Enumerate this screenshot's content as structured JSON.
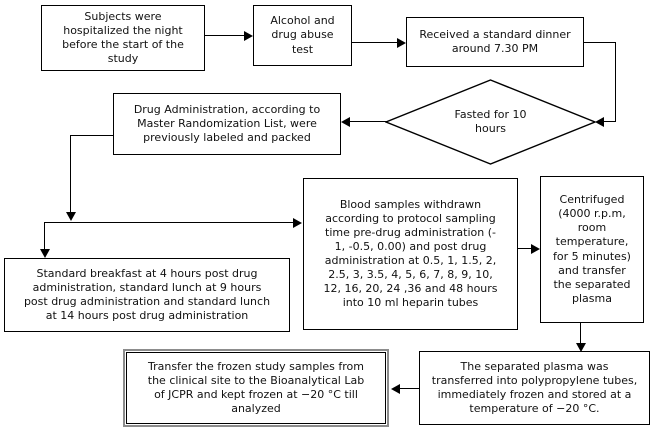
{
  "diagram": {
    "title": "Clinical study blood sampling procedure flowchart",
    "type": "flowchart",
    "background": "#ffffff",
    "line_color": "#000000",
    "text_color": "#111111",
    "shadow_border_color": "#8c8c8c"
  },
  "nodes": [
    {
      "id": "hospitalized",
      "shape": "rect",
      "text": "Subjects were\nhospitalized the night\nbefore the start of the\nstudy"
    },
    {
      "id": "alcohol_test",
      "shape": "rect",
      "text": "Alcohol and\ndrug abuse\ntest"
    },
    {
      "id": "dinner",
      "shape": "rect",
      "text": "Received a standard dinner\naround 7.30 PM"
    },
    {
      "id": "fasted",
      "shape": "diamond",
      "text": "Fasted for 10\nhours"
    },
    {
      "id": "drug_admin",
      "shape": "rect",
      "text": "Drug Administration, according to\nMaster Randomization List, were\npreviously labeled and packed"
    },
    {
      "id": "blood_samples",
      "shape": "rect",
      "text": "Blood samples withdrawn\naccording to protocol sampling\ntime pre-drug administration (-\n1, -0.5, 0.00) and post drug\nadministration at 0.5, 1, 1.5, 2,\n2.5, 3, 3.5, 4, 5, 6, 7, 8, 9, 10,\n12, 16, 20, 24 ,36 and 48 hours\ninto 10 ml heparin tubes"
    },
    {
      "id": "centrifuged",
      "shape": "rect",
      "text": "Centrifuged\n(4000 r.p.m,\nroom\ntemperature,\nfor 5 minutes)\nand transfer\nthe separated\nplasma"
    },
    {
      "id": "meals",
      "shape": "rect",
      "text": "Standard breakfast at 4 hours post drug\nadministration, standard lunch at 9 hours\npost drug administration and standard lunch\nat 14 hours post drug administration"
    },
    {
      "id": "plasma_transfer",
      "shape": "rect",
      "text": "The separated plasma was\ntransferred into polypropylene tubes,\nimmediately frozen and stored at a\ntemperature of −20 °C."
    },
    {
      "id": "ship_frozen",
      "shape": "rect-shadowed",
      "text": "Transfer the frozen study samples from\nthe clinical site to the Bioanalytical Lab\nof JCPR and kept frozen at −20 °C till\nanalyzed"
    }
  ],
  "edges": [
    {
      "id": "e1",
      "from": "hospitalized",
      "to": "alcohol_test",
      "direction": "right"
    },
    {
      "id": "e2",
      "from": "alcohol_test",
      "to": "dinner",
      "direction": "right"
    },
    {
      "id": "e3",
      "from": "dinner",
      "to": "fasted",
      "direction": "left"
    },
    {
      "id": "e4",
      "from": "fasted",
      "to": "drug_admin",
      "direction": "left"
    },
    {
      "id": "e5",
      "from": "drug_admin",
      "to": "junction",
      "direction": "down"
    },
    {
      "id": "e6",
      "from": "junction",
      "to": "meals",
      "direction": "down"
    },
    {
      "id": "e7",
      "from": "junction",
      "to": "blood_samples",
      "direction": "right"
    },
    {
      "id": "e8",
      "from": "blood_samples",
      "to": "centrifuged",
      "direction": "right"
    },
    {
      "id": "e9",
      "from": "centrifuged",
      "to": "plasma_transfer",
      "direction": "down"
    },
    {
      "id": "e10",
      "from": "plasma_transfer",
      "to": "ship_frozen",
      "direction": "left"
    }
  ]
}
